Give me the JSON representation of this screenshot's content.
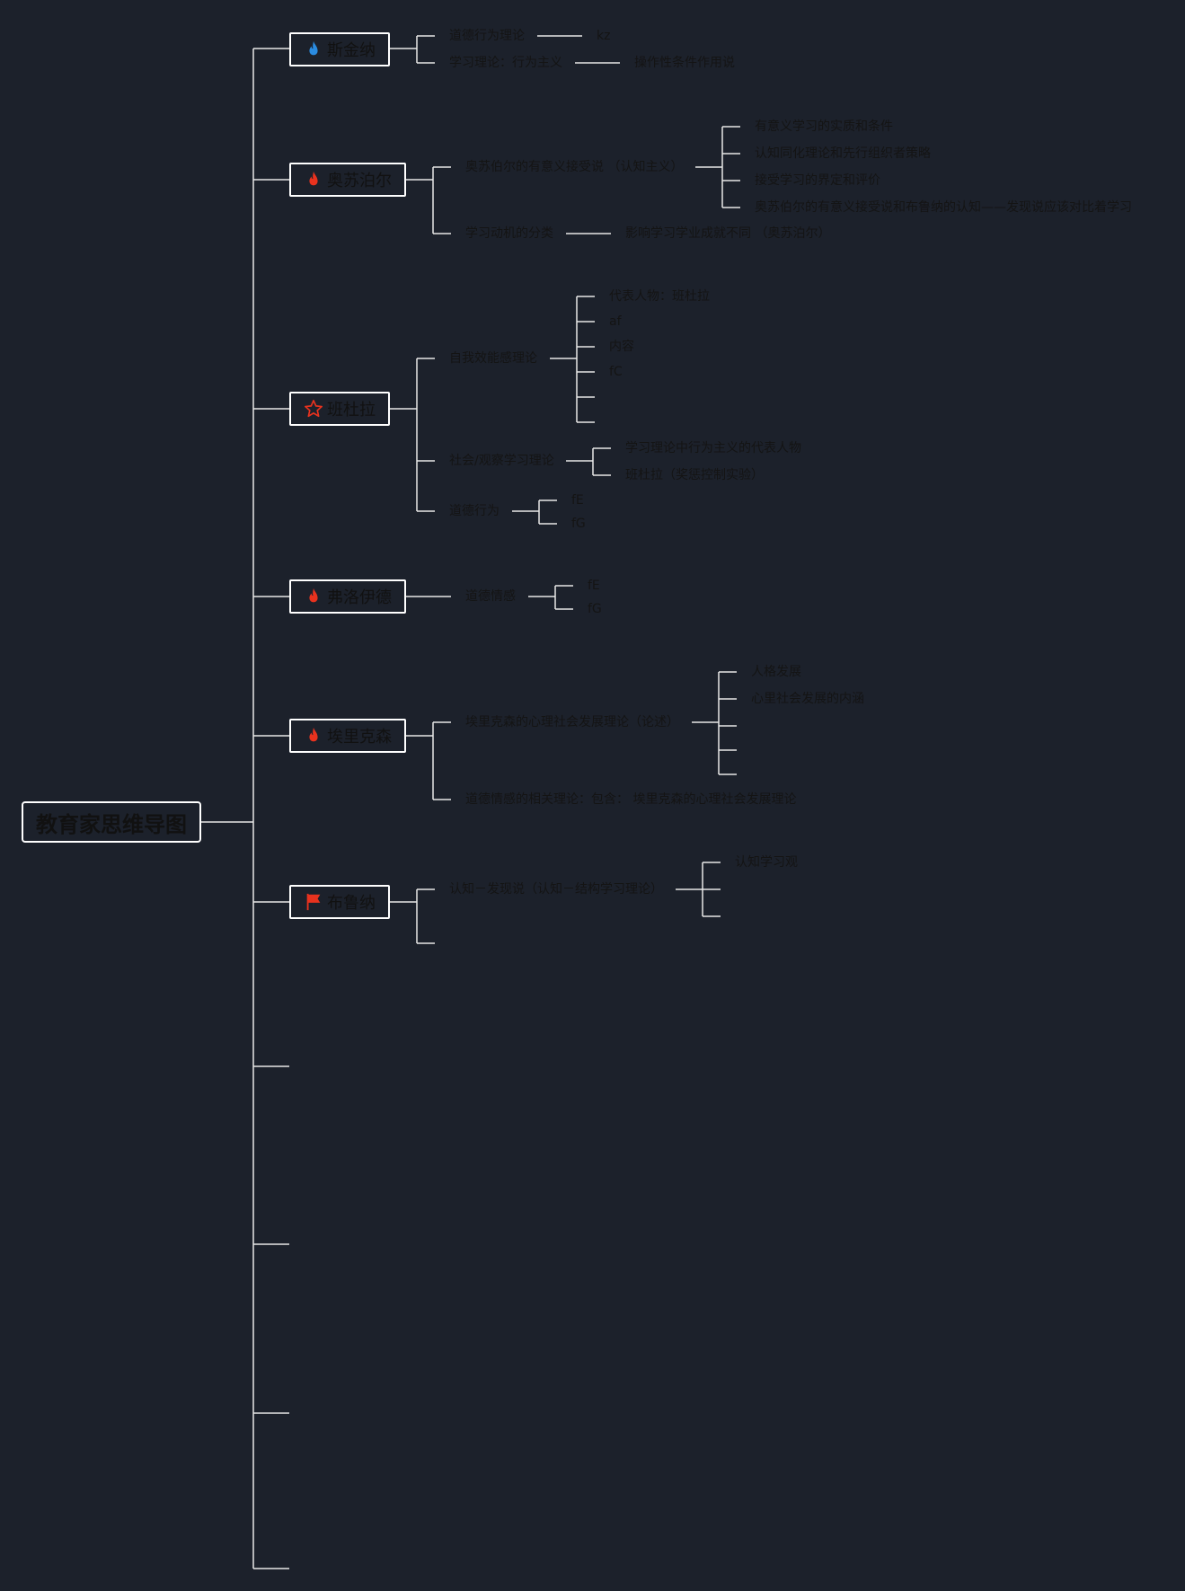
{
  "root": {
    "label": "教育家思维导图"
  },
  "colors": {
    "background": "#1c212b",
    "line": "#e8e8e8",
    "fire_blue": "#2a8be0",
    "fire_red": "#e8321e",
    "star_red": "#e8321e",
    "flag_red": "#e8321e"
  },
  "branches": [
    {
      "label": "斯金纳",
      "icon": "fire-blue-icon",
      "children": [
        {
          "label": "道德行为理论",
          "children": [
            {
              "label": "kz"
            }
          ]
        },
        {
          "label": "学习理论：行为主义",
          "children": [
            {
              "label": "操作性条件作用说"
            }
          ]
        }
      ]
    },
    {
      "label": "奥苏泊尔",
      "icon": "fire-red-icon",
      "children": [
        {
          "label": "奥苏伯尔的有意义接受说 （认知主义）",
          "children": [
            {
              "label": "有意义学习的实质和条件"
            },
            {
              "label": "认知同化理论和先行组织者策略"
            },
            {
              "label": "接受学习的界定和评价"
            },
            {
              "label": "奥苏伯尔的有意义接受说和布鲁纳的认知——发现说应该对比着学习"
            }
          ]
        },
        {
          "label": "学习动机的分类",
          "children": [
            {
              "label": "影响学习学业成就不同 （奥苏泊尔）"
            }
          ]
        }
      ]
    },
    {
      "label": "班杜拉",
      "icon": "star-outline-icon",
      "children": [
        {
          "label": "自我效能感理论",
          "children": [
            {
              "label": "代表人物：班杜拉"
            },
            {
              "label": "af"
            },
            {
              "label": "内容"
            },
            {
              "label": "fC"
            }
          ]
        },
        {
          "label": "社会/观察学习理论",
          "children": [
            {
              "label": "学习理论中行为主义的代表人物"
            },
            {
              "label": "班杜拉（奖惩控制实验）"
            }
          ]
        },
        {
          "label": "道德行为",
          "children": [
            {
              "label": "fE"
            },
            {
              "label": "fG"
            }
          ]
        }
      ]
    },
    {
      "label": "弗洛伊德",
      "icon": "fire-red-icon",
      "children": [
        {
          "label": "道德情感",
          "children": [
            {
              "label": "fE"
            },
            {
              "label": "fG"
            }
          ]
        }
      ]
    },
    {
      "label": "埃里克森",
      "icon": "fire-red-icon",
      "children": [
        {
          "label": "埃里克森的心理社会发展理论（论述）",
          "children": [
            {
              "label": "人格发展"
            },
            {
              "label": "心里社会发展的内涵"
            }
          ]
        },
        {
          "label": "道德情感的相关理论：包含： 埃里克森的心理社会发展理论"
        }
      ]
    },
    {
      "label": "布鲁纳",
      "icon": "flag-red-icon",
      "children": [
        {
          "label": "认知－发现说（认知－结构学习理论）",
          "children": [
            {
              "label": "认知学习观"
            }
          ]
        }
      ]
    }
  ]
}
